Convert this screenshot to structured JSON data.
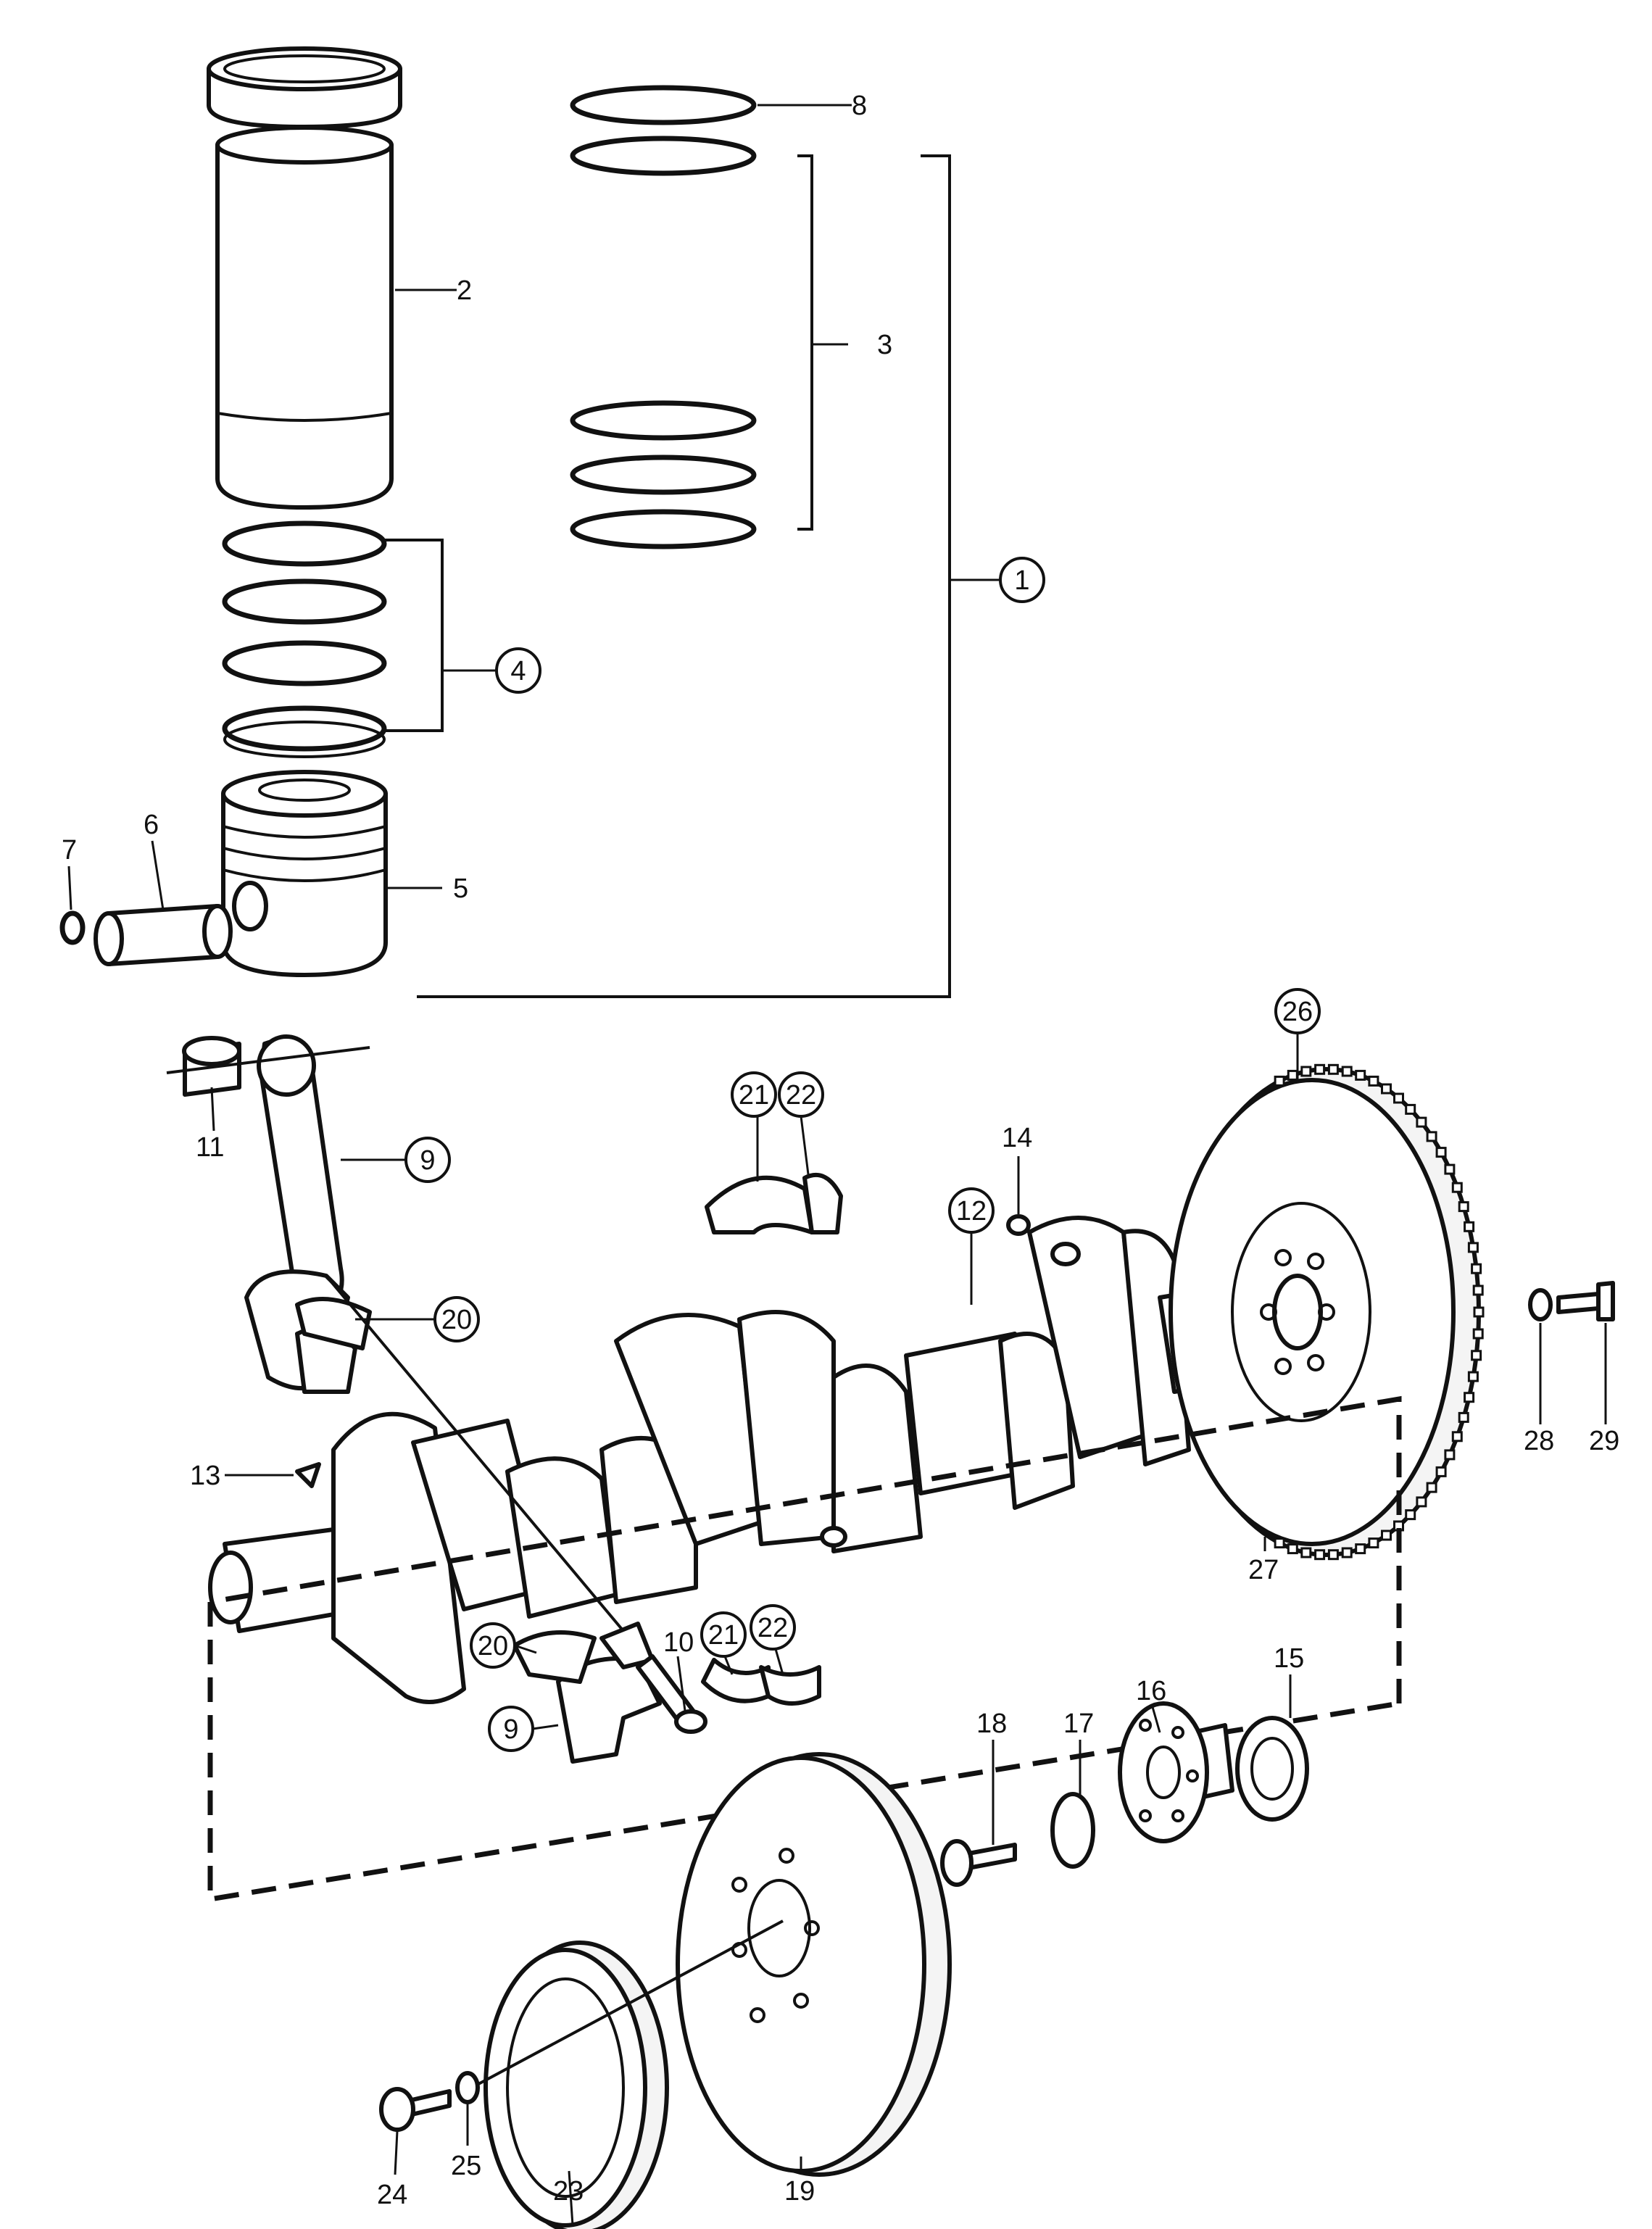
{
  "diagram": {
    "colors": {
      "ink": "#111111",
      "paper": "#ffffff"
    },
    "callouts": [
      {
        "id": "c1",
        "label": "1",
        "circled": true
      },
      {
        "id": "c2",
        "label": "2",
        "circled": false
      },
      {
        "id": "c3",
        "label": "3",
        "circled": false
      },
      {
        "id": "c4",
        "label": "4",
        "circled": true
      },
      {
        "id": "c5",
        "label": "5",
        "circled": false
      },
      {
        "id": "c6",
        "label": "6",
        "circled": false
      },
      {
        "id": "c7",
        "label": "7",
        "circled": false
      },
      {
        "id": "c8",
        "label": "8",
        "circled": false
      },
      {
        "id": "c9a",
        "label": "9",
        "circled": true
      },
      {
        "id": "c9b",
        "label": "9",
        "circled": true
      },
      {
        "id": "c10",
        "label": "10",
        "circled": false
      },
      {
        "id": "c11",
        "label": "11",
        "circled": false
      },
      {
        "id": "c12",
        "label": "12",
        "circled": true
      },
      {
        "id": "c13",
        "label": "13",
        "circled": false
      },
      {
        "id": "c14",
        "label": "14",
        "circled": false
      },
      {
        "id": "c15",
        "label": "15",
        "circled": false
      },
      {
        "id": "c16",
        "label": "16",
        "circled": false
      },
      {
        "id": "c17",
        "label": "17",
        "circled": false
      },
      {
        "id": "c18",
        "label": "18",
        "circled": false
      },
      {
        "id": "c19",
        "label": "19",
        "circled": false
      },
      {
        "id": "c20a",
        "label": "20",
        "circled": true
      },
      {
        "id": "c20b",
        "label": "20",
        "circled": true
      },
      {
        "id": "c21a",
        "label": "21",
        "circled": true
      },
      {
        "id": "c22a",
        "label": "22",
        "circled": true
      },
      {
        "id": "c21b",
        "label": "21",
        "circled": true
      },
      {
        "id": "c22b",
        "label": "22",
        "circled": true
      },
      {
        "id": "c23",
        "label": "23",
        "circled": false
      },
      {
        "id": "c24",
        "label": "24",
        "circled": false
      },
      {
        "id": "c25",
        "label": "25",
        "circled": false
      },
      {
        "id": "c26",
        "label": "26",
        "circled": true
      },
      {
        "id": "c27",
        "label": "27",
        "circled": false
      },
      {
        "id": "c28",
        "label": "28",
        "circled": false
      },
      {
        "id": "c29",
        "label": "29",
        "circled": false
      }
    ]
  }
}
